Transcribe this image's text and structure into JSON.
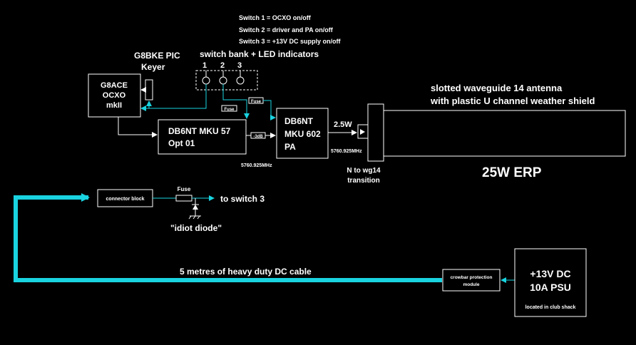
{
  "switch_notes": {
    "line1": "Switch 1 = OCXO on/off",
    "line2": "Switch 2 = driver and PA on/off",
    "line3": "Switch 3 = +13V DC supply on/off"
  },
  "switch_bank": {
    "label": "switch bank + LED indicators",
    "num1": "1",
    "num2": "2",
    "num3": "3"
  },
  "keyer": {
    "line1": "G8BKE PIC",
    "line2": "Keyer"
  },
  "ocxo": {
    "line1": "G8ACE",
    "line2": "OCXO",
    "line3": "mkII"
  },
  "fuse_labels": {
    "top_fuse": "Fuse",
    "mid_fuse": "Fuse",
    "supply_fuse": "Fuse"
  },
  "mku57": {
    "line1": "DB6NT MKU 57",
    "line2": "Opt 01"
  },
  "attenuator": {
    "label": "-3dB"
  },
  "mku602": {
    "line1": "DB6NT",
    "line2": "MKU 602",
    "line3": "PA"
  },
  "output_power": "2.5W",
  "freq_labels": {
    "pa_out": "5760.925MHz",
    "mku57_out": "5760.925MHz"
  },
  "transition": {
    "line1": "N to wg14",
    "line2": "transition"
  },
  "antenna": {
    "line1": "slotted waveguide 14 antenna",
    "line2": "with plastic U channel weather shield"
  },
  "erp": "25W ERP",
  "connector_block": "connector block",
  "to_switch3": "to switch 3",
  "idiot_diode": "\"idiot diode\"",
  "cable_label": "5 metres of heavy duty DC cable",
  "crowbar": {
    "line1": "crowbar protection",
    "line2": "module"
  },
  "psu": {
    "line1": "+13V DC",
    "line2": "10A PSU",
    "line3": "located in club shack"
  },
  "colors": {
    "background": "#000000",
    "line_white": "#ffffff",
    "wire_cyan": "#19d3e0"
  }
}
